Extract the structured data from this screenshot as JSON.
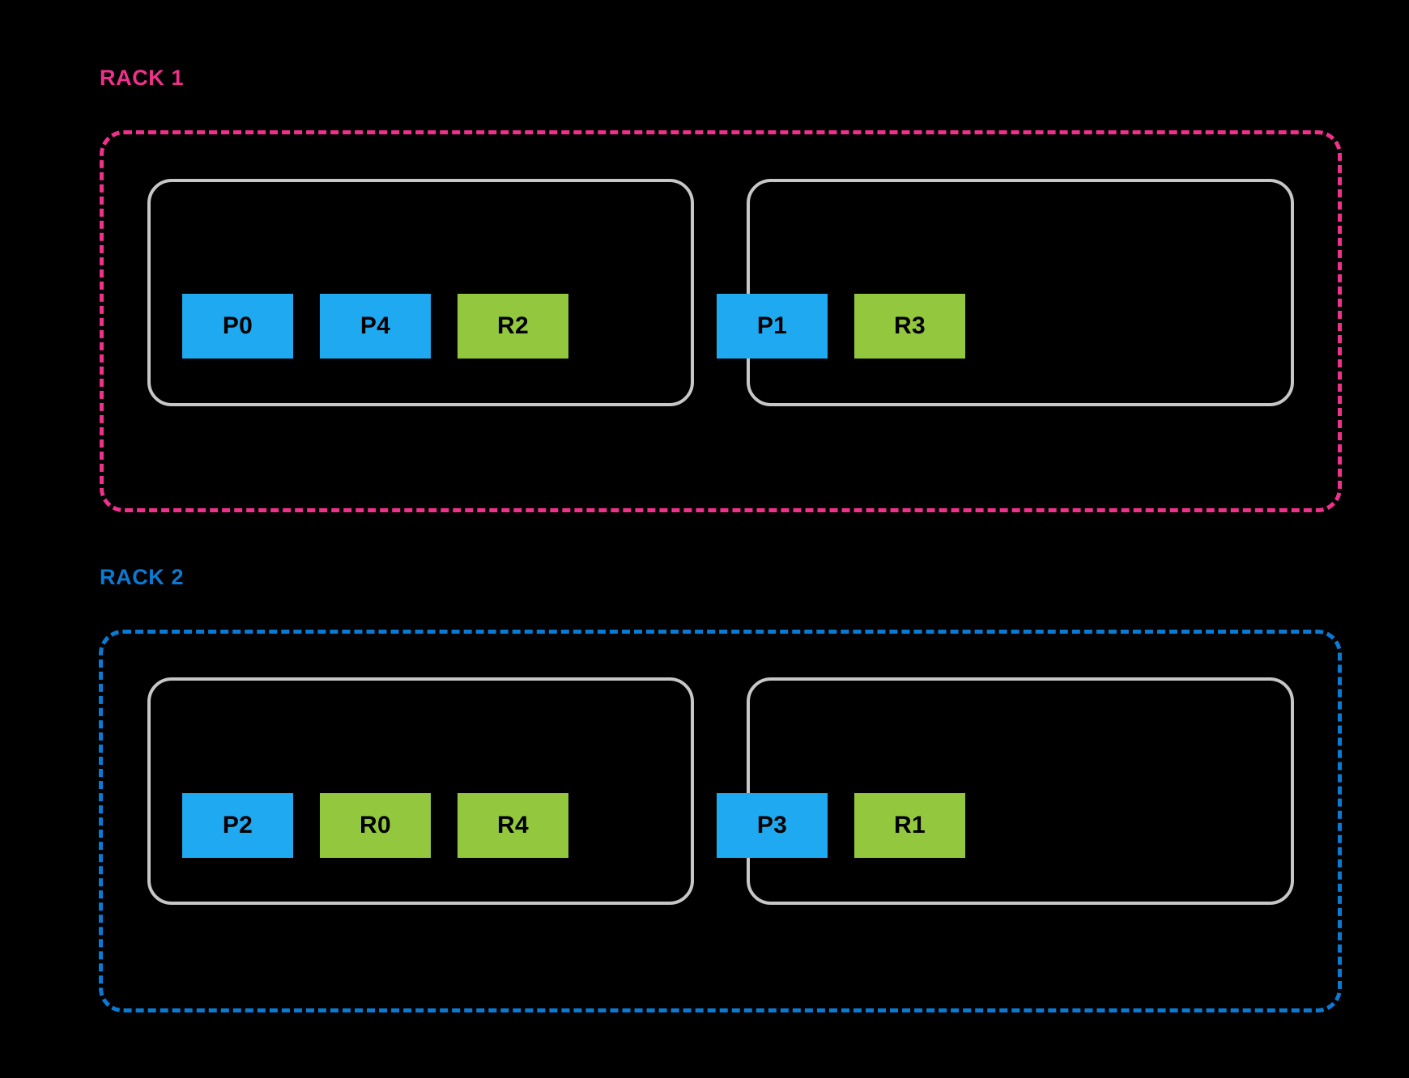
{
  "diagram": {
    "type": "rack-partition-placement",
    "colors": {
      "background": "#000000",
      "rack1_accent": "#F0318B",
      "rack2_accent": "#0A7BD4",
      "node_border": "#C7C7C7",
      "partition_fill": "#1FA9F0",
      "replica_fill": "#93C83E",
      "chip_text": "#000000"
    },
    "racks": [
      {
        "label": "RACK 1",
        "accent": "#F0318B",
        "nodes": [
          {
            "chips": [
              {
                "label": "P0",
                "kind": "partition"
              },
              {
                "label": "P4",
                "kind": "partition"
              },
              {
                "label": "R2",
                "kind": "replica"
              }
            ]
          },
          {
            "chips": [
              {
                "label": "P1",
                "kind": "partition"
              },
              {
                "label": "R3",
                "kind": "replica"
              }
            ]
          }
        ]
      },
      {
        "label": "RACK 2",
        "accent": "#0A7BD4",
        "nodes": [
          {
            "chips": [
              {
                "label": "P2",
                "kind": "partition"
              },
              {
                "label": "R0",
                "kind": "replica"
              },
              {
                "label": "R4",
                "kind": "replica"
              }
            ]
          },
          {
            "chips": [
              {
                "label": "P3",
                "kind": "partition"
              },
              {
                "label": "R1",
                "kind": "replica"
              }
            ]
          }
        ]
      }
    ]
  }
}
